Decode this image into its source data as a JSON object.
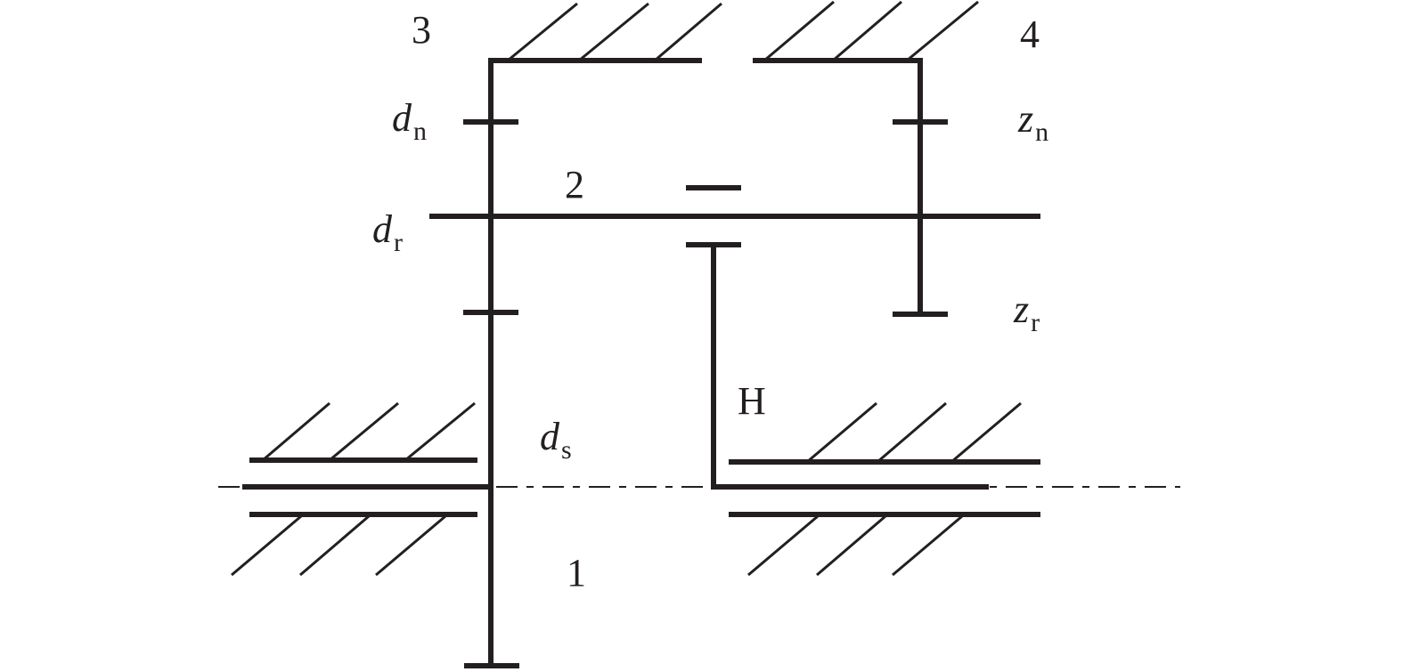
{
  "labels": {
    "gear_3": "3",
    "gear_4": "4",
    "gear_2": "2",
    "gear_1": "1",
    "carrier": "H",
    "d_n": {
      "main": "d",
      "sub": "n"
    },
    "d_r": {
      "main": "d",
      "sub": "r"
    },
    "d_s": {
      "main": "d",
      "sub": "s"
    },
    "z_n": {
      "main": "z",
      "sub": "n"
    },
    "z_r": {
      "main": "z",
      "sub": "r"
    }
  },
  "colors": {
    "stroke": "#231f20",
    "background": "#ffffff"
  }
}
